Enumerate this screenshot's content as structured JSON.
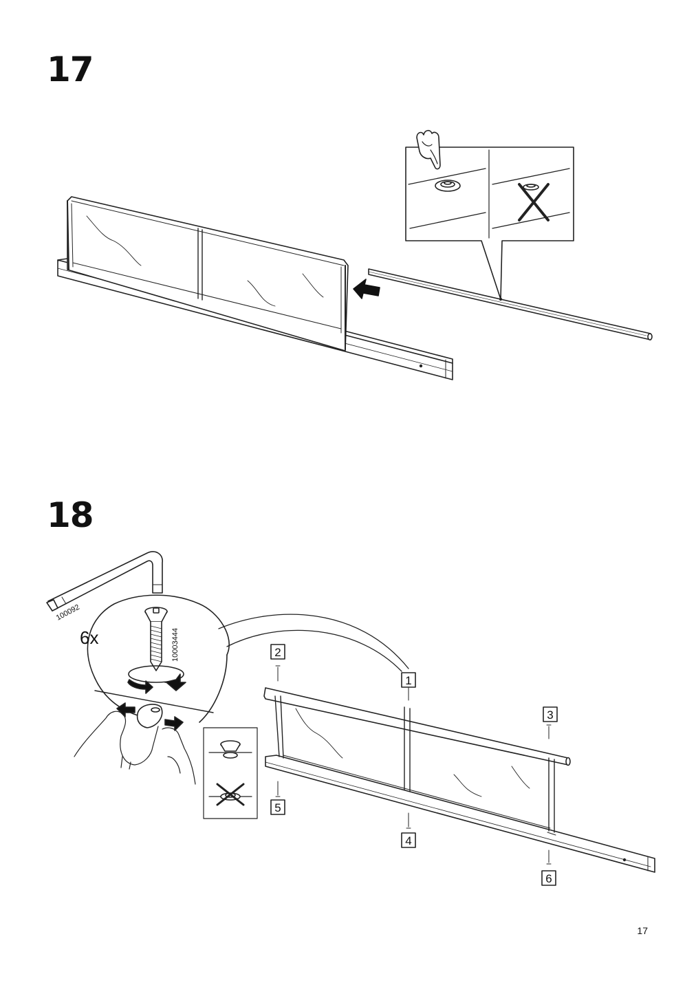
{
  "page": {
    "number": "17"
  },
  "step17": {
    "number": "17",
    "callout": {
      "ok_icon": "hand-pointing-icon",
      "bad_icon": "cross-mark-icon"
    }
  },
  "step18": {
    "number": "18",
    "quantity": "6x",
    "allen_key_code": "100092",
    "screw_code": "10003444",
    "screw_positions": [
      "1",
      "2",
      "3",
      "4",
      "5",
      "6"
    ]
  }
}
